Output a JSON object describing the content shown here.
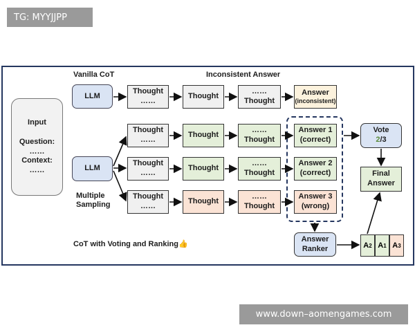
{
  "watermarks": {
    "top": "TG: MYYJJPP",
    "bottom": "www.down–aomengames.com"
  },
  "labels": {
    "vanilla": "Vanilla CoT",
    "inconsistent": "Inconsistent Answer",
    "multiple_1": "Multiple",
    "multiple_2": "Sampling",
    "cot_voting": "CoT with Voting and Ranking👍"
  },
  "input": {
    "title": "Input",
    "question": "Question:",
    "question_dots": "……",
    "context": "Context:",
    "context_dots": "……"
  },
  "llm": {
    "label": "LLM"
  },
  "thought": {
    "label": "Thought",
    "dots": "……",
    "dots_top": "……"
  },
  "answers": {
    "inconsistent_title": "Answer",
    "inconsistent_sub": "(inconsistent)",
    "a1_title": "Answer 1",
    "a1_sub": "(correct)",
    "a2_title": "Answer 2",
    "a2_sub": "(correct)",
    "a3_title": "Answer 3",
    "a3_sub": "(wrong)"
  },
  "vote": {
    "title": "Vote",
    "num": "2",
    "den": "/3"
  },
  "final": {
    "line1": "Final",
    "line2": "Answer"
  },
  "ranker": {
    "line1": "Answer",
    "line2": "Ranker"
  },
  "ranked": [
    {
      "base": "A",
      "sub": "2"
    },
    {
      "base": "A",
      "sub": "1"
    },
    {
      "base": "A",
      "sub": "3"
    }
  ],
  "colors": {
    "frame": "#24365f",
    "llm": "#dae4f4",
    "green": "#e4efd9",
    "pink": "#fbe3d5",
    "yellow": "#fcf2dd",
    "gray": "#f0f0f0"
  }
}
